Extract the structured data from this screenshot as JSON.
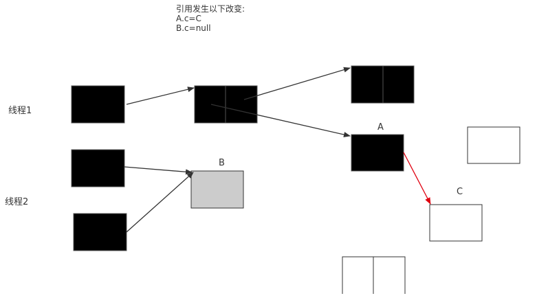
{
  "note": {
    "heading": "引用发生以下改变:",
    "line1": "A.c=C",
    "line2": "B.c=null"
  },
  "threads": {
    "thread1": "线程1",
    "thread2": "线程2"
  },
  "objects": {
    "a_label": "A",
    "b_label": "B",
    "c_label": "C"
  },
  "colors": {
    "box_fill": "#000000",
    "highlight_fill": "#cccccc",
    "new_ref_arrow": "#e0000f",
    "arrow": "#333333"
  }
}
